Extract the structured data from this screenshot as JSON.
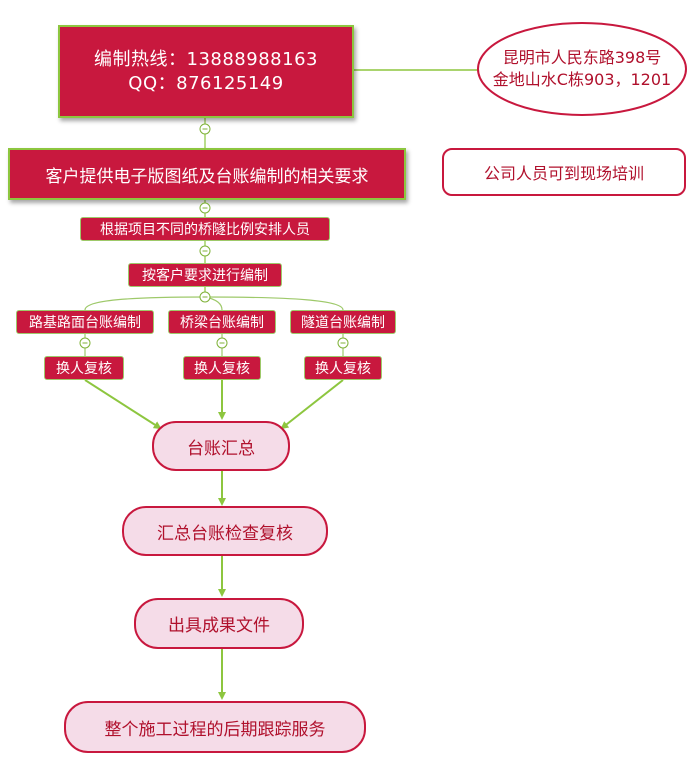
{
  "contact": {
    "hotline": "编制热线：13888988163",
    "qq": "QQ：876125149"
  },
  "address": {
    "line1": "昆明市人民东路398号",
    "line2": "金地山水C栋903，1201"
  },
  "training_note": "公司人员可到现场培训",
  "nodes": {
    "provide_drawings": "客户提供电子版图纸及台账编制的相关要求",
    "arrange_staff": "根据项目不同的桥隧比例安排人员",
    "compile_per_request": "按客户要求进行编制"
  },
  "branches": [
    {
      "label": "路基路面台账编制",
      "review": "换人复核"
    },
    {
      "label": "桥梁台账编制",
      "review": "换人复核"
    },
    {
      "label": "隧道台账编制",
      "review": "换人复核"
    }
  ],
  "pipeline": [
    "台账汇总",
    "汇总台账检查复核",
    "出具成果文件",
    "整个施工过程的后期跟踪服务"
  ],
  "colors": {
    "primary_red": "#c8183e",
    "pink_fill": "#f5dce8",
    "connector_green": "#8dc63f"
  }
}
